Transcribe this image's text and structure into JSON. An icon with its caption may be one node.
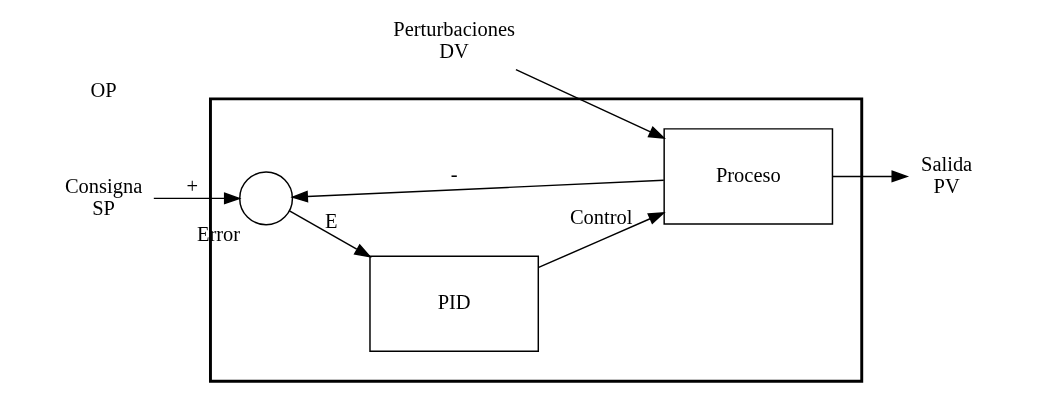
{
  "diagram": {
    "nodes": [
      {
        "text": [],
        "shape": "box"
      },
      {
        "text": [],
        "shape": "circle",
        "in": 0,
        "beside": [
          "Error"
        ]
      },
      {
        "text": [
          "PID"
        ],
        "in": 0
      },
      {
        "text": [
          "Proceso"
        ],
        "in": 0
      },
      {
        "text": [
          "Consigna",
          "SP"
        ]
      },
      {
        "text": [
          "Perturbaciones",
          "DV"
        ]
      },
      {
        "text": [
          "Salida",
          "PV"
        ]
      }
    ],
    "edges": [
      {
        "from": 4,
        "to": 1,
        "arrow": "to",
        "label": "+"
      },
      {
        "from": 1,
        "to": 2,
        "arrow": "to",
        "label": "E"
      },
      {
        "from": 2,
        "to": 3,
        "arrow": "to",
        "label": "Control"
      },
      {
        "from": 5,
        "to": 3,
        "arrow": "to"
      },
      {
        "from": 3,
        "to": 6,
        "arrow": "to"
      },
      {
        "from": 3,
        "to": 1,
        "arrow": "to",
        "label": "-"
      }
    ],
    "labels": [
      "OP"
    ]
  }
}
